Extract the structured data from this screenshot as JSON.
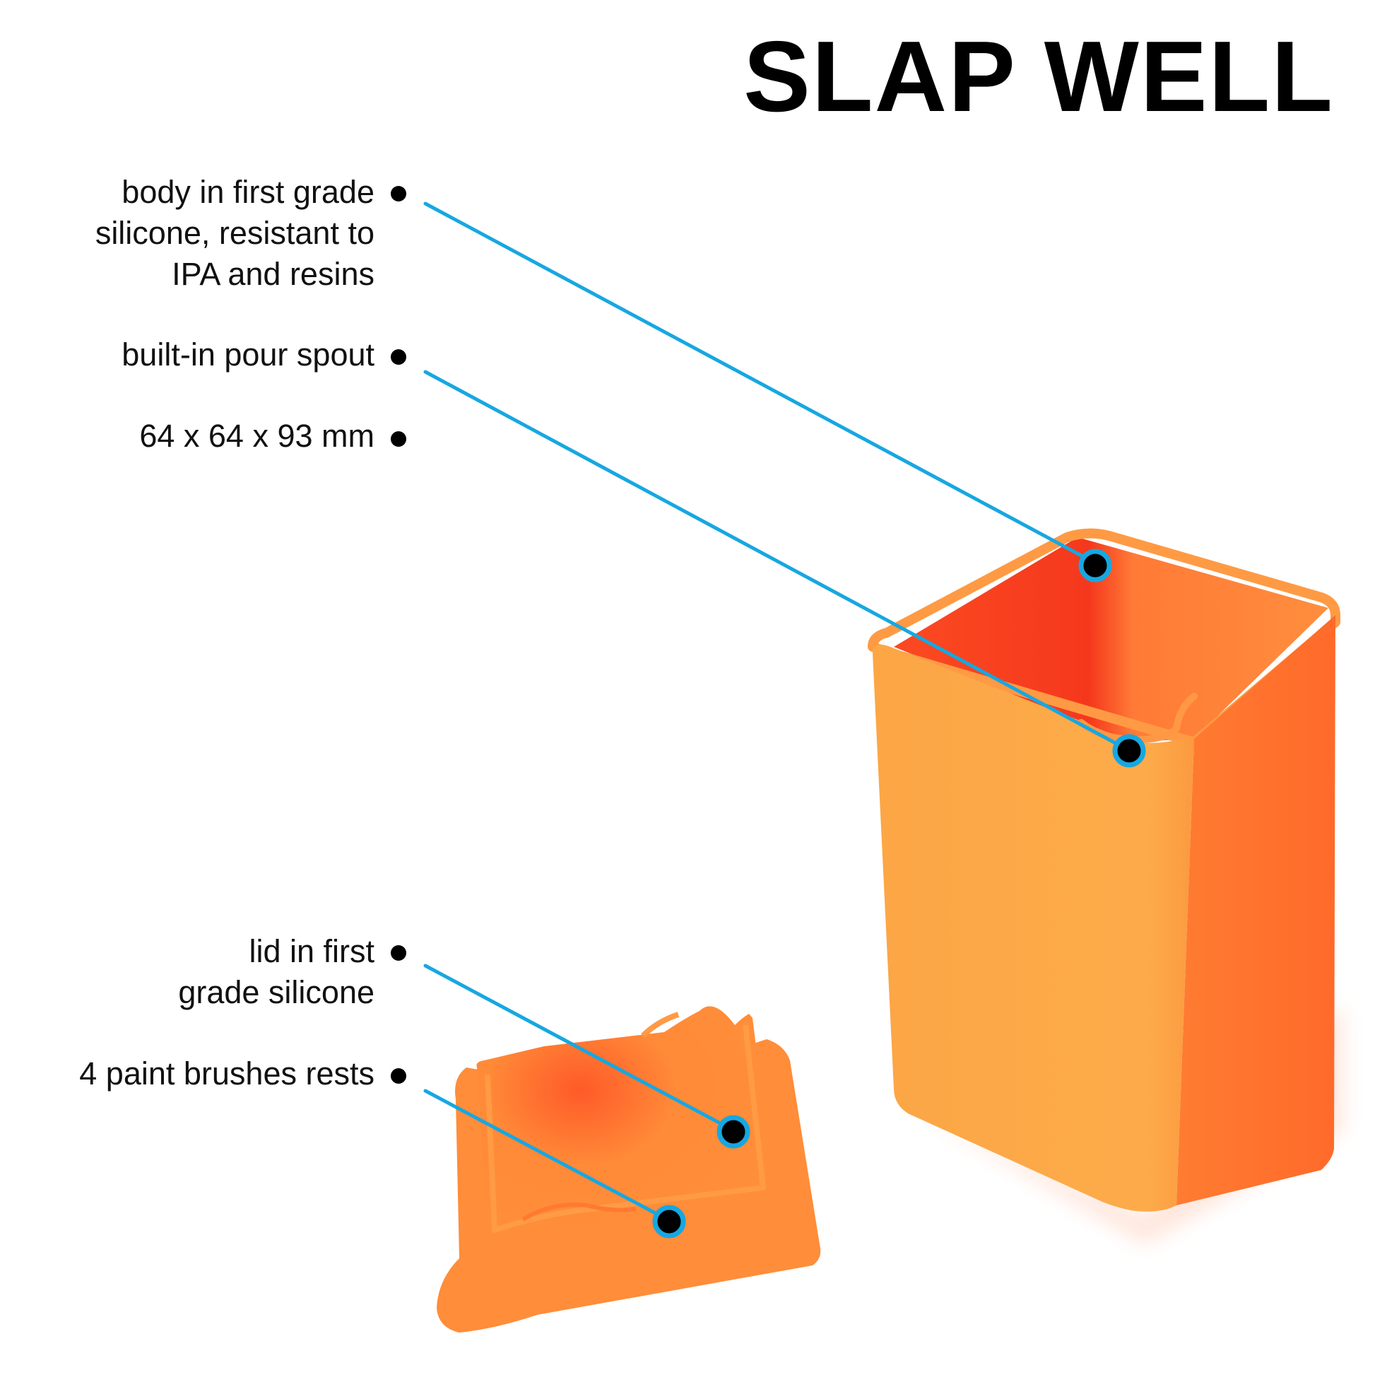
{
  "title": "SLAP WELL",
  "colors": {
    "leader_line": "#17a7e1",
    "marker_fill": "#000000",
    "product_light": "#fdaa48",
    "product_mid": "#ff8a38",
    "product_dark": "#ff6a2c",
    "product_inner": "#f7401f"
  },
  "features": [
    {
      "id": "body-material",
      "text": "body in first grade\nsilicone, resistant to\nIPA and resins"
    },
    {
      "id": "pour-spout",
      "text": "built-in pour spout"
    },
    {
      "id": "dimensions",
      "text": "64 x 64 x 93 mm"
    },
    {
      "id": "lid-material",
      "text": "lid in first\ngrade silicone"
    },
    {
      "id": "brush-rests",
      "text": "4 paint brushes rests"
    }
  ]
}
